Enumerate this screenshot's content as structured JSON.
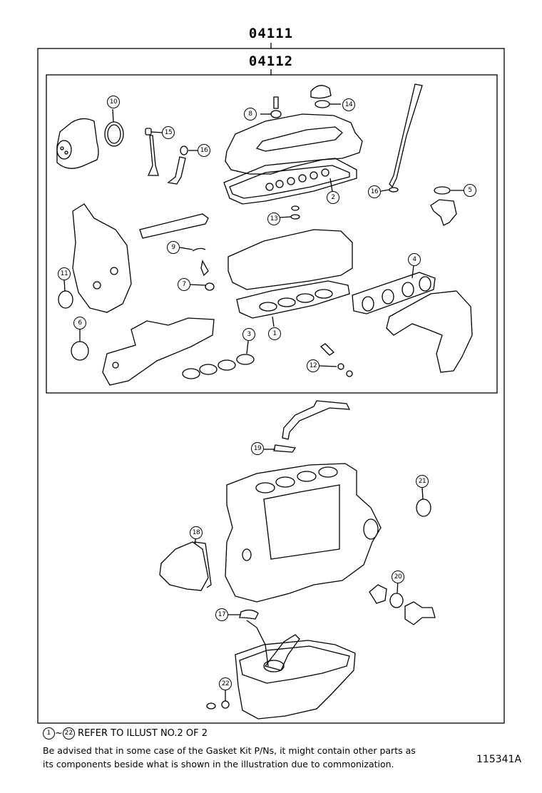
{
  "header": {
    "outer_code": "04111",
    "inner_code": "04112"
  },
  "callouts": {
    "c1": "1",
    "c2": "2",
    "c3": "3",
    "c4": "4",
    "c5": "5",
    "c6": "6",
    "c7": "7",
    "c8": "8",
    "c9": "9",
    "c10": "10",
    "c11": "11",
    "c12": "12",
    "c13": "13",
    "c14": "14",
    "c15": "15",
    "c16a": "16",
    "c16b": "16",
    "c17": "17",
    "c18": "18",
    "c19": "19",
    "c20": "20",
    "c21": "21",
    "c22": "22"
  },
  "notes": {
    "range_start": "1",
    "range_sep": "~",
    "range_end": "22",
    "refer_text": " REFER TO ILLUST NO.2 OF 2",
    "advisory_line1": "Be advised that in some case of the Gasket Kit P/Ns,  it might contain other parts as",
    "advisory_line2": "its components beside what is shown in the illustration due to commonization."
  },
  "illustration_id": "115341A"
}
